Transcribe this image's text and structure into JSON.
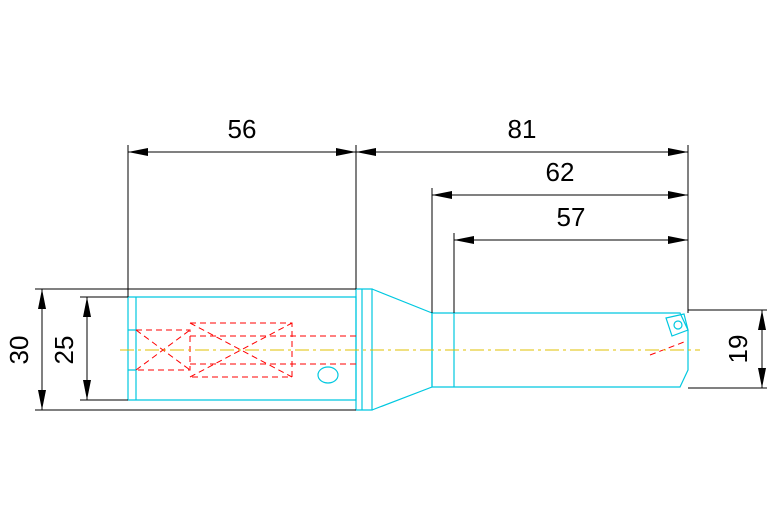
{
  "dimensions": {
    "body_length": "56",
    "overall_length": "81",
    "shank_length": "62",
    "flute_length": "57",
    "flange_diameter": "30",
    "shank_diameter": "25",
    "cutting_diameter": "19"
  },
  "colors": {
    "tool_outline": "#00c8e0",
    "hidden_lines": "#ff0000",
    "center_line": "#e0c000",
    "dimension": "#000000",
    "background": "#ffffff"
  }
}
